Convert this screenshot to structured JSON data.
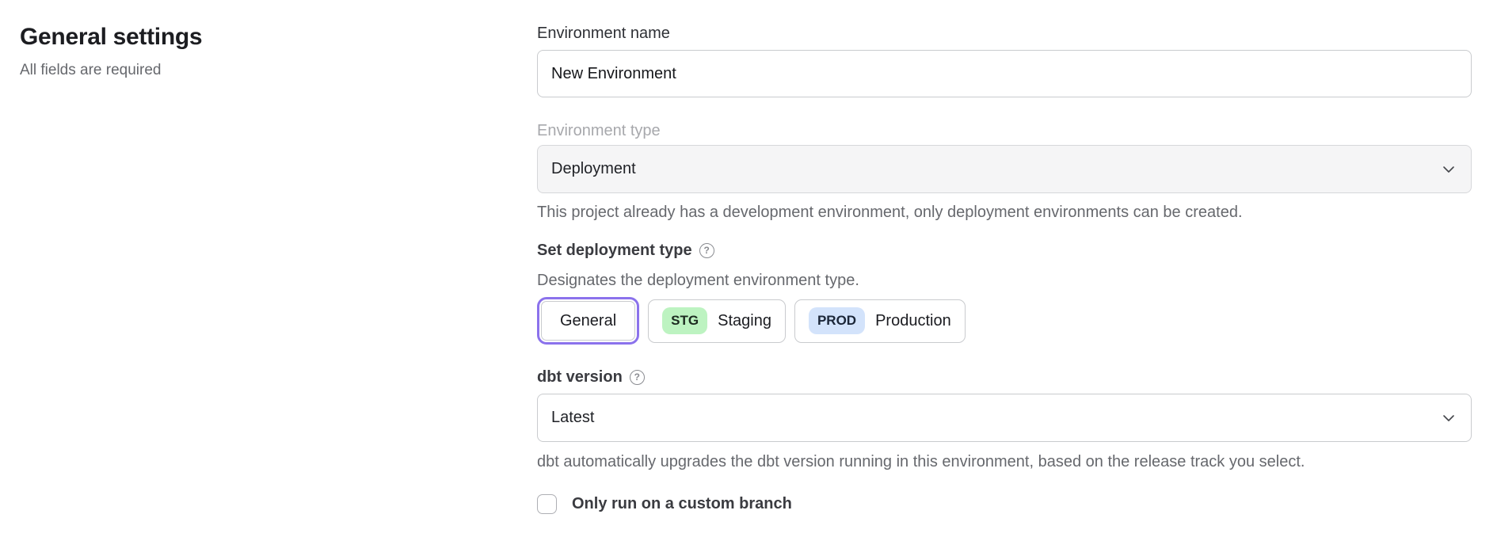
{
  "header": {
    "title": "General settings",
    "subtitle": "All fields are required"
  },
  "form": {
    "environment_name": {
      "label": "Environment name",
      "value": "New Environment"
    },
    "environment_type": {
      "label": "Environment type",
      "value": "Deployment",
      "disabled": true,
      "helper": "This project already has a development environment, only deployment environments can be created."
    },
    "deployment_type": {
      "label": "Set deployment type",
      "help_icon": "?",
      "description": "Designates the deployment environment type.",
      "options": [
        {
          "label": "General",
          "selected": true
        },
        {
          "badge": "STG",
          "label": "Staging",
          "selected": false
        },
        {
          "badge": "PROD",
          "label": "Production",
          "selected": false
        }
      ]
    },
    "dbt_version": {
      "label": "dbt version",
      "help_icon": "?",
      "value": "Latest",
      "helper": "dbt automatically upgrades the dbt version running in this environment, based on the release track you select."
    },
    "custom_branch": {
      "label": "Only run on a custom branch",
      "checked": false
    }
  },
  "colors": {
    "accent_purple": "#8b72ec",
    "stg_badge_bg": "#bdf3c1",
    "prod_badge_bg": "#d3e3fb",
    "disabled_field_bg": "#f5f5f6"
  }
}
